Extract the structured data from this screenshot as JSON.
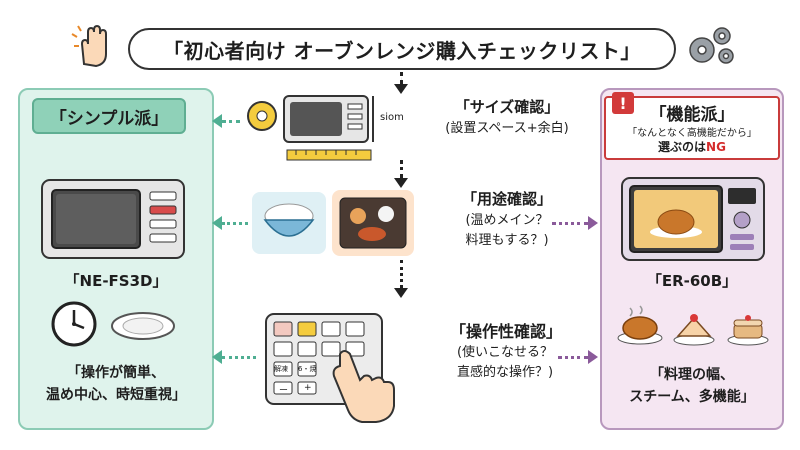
{
  "title": "「初心者向け オーブンレンジ購入チェックリスト」",
  "left_panel": {
    "heading": "「シンプル派」",
    "model": "「NE-FS3D」",
    "summary_line1": "「操作が簡単、",
    "summary_line2": "温め中心、時短重視」"
  },
  "right_panel": {
    "heading": "「機能派」",
    "warning_line1": "「なんとなく高機能だから」",
    "warning_line2_prefix": "選ぶのは",
    "warning_line2_ng": "NG",
    "model": "「ER-60B」",
    "summary_line1": "「料理の幅、",
    "summary_line2": "スチーム、多機能」"
  },
  "steps": [
    {
      "title": "「サイズ確認」",
      "sub1": "(設置スペース+余白)",
      "sub2": ""
    },
    {
      "title": "「用途確認」",
      "sub1": "(温めメイン？",
      "sub2": "料理もする？)"
    },
    {
      "title": "「操作性確認」",
      "sub1": "(使いこなせる？",
      "sub2": "直感的な操作？)"
    }
  ],
  "size_label": "siom",
  "panel_labels": {
    "warm": "解凍",
    "grill": "6・焼",
    "minus": "ー",
    "plus": "+"
  },
  "colors": {
    "simple_bg": "#dff3ec",
    "simple_accent": "#8fd1b8",
    "feature_bg": "#f5e6f2",
    "ng_red": "#d42b2b"
  }
}
